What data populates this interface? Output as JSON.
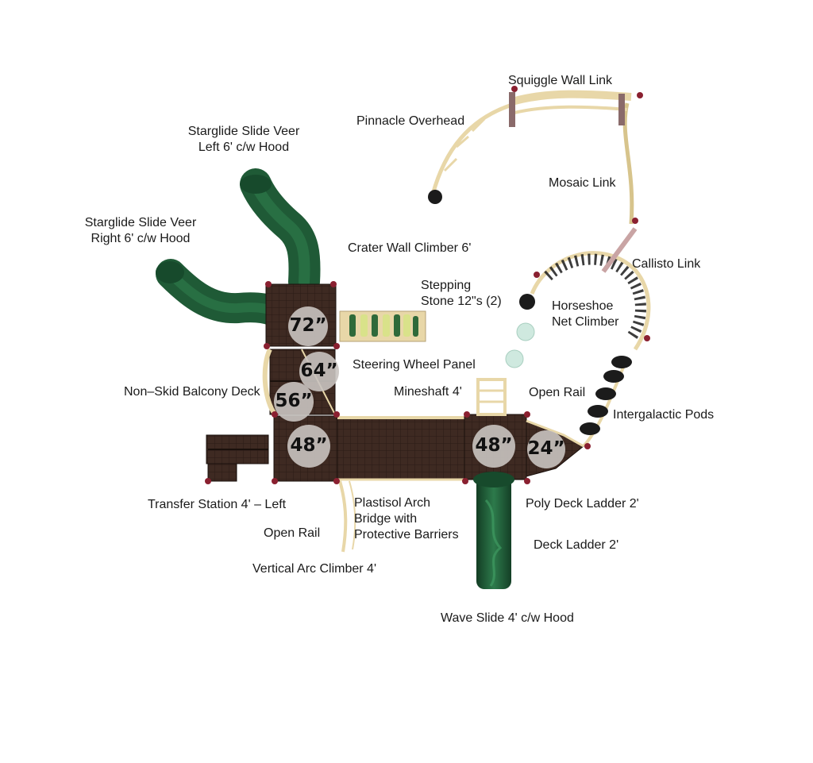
{
  "labels": {
    "squiggle_wall_link": "Squiggle Wall Link",
    "pinnacle_overhead": "Pinnacle Overhead",
    "starglide_left_line1": "Starglide Slide Veer",
    "starglide_left_line2": "Left 6' c/w Hood",
    "mosaic_link": "Mosaic Link",
    "starglide_right_line1": "Starglide Slide Veer",
    "starglide_right_line2": "Right 6' c/w Hood",
    "crater_wall_climber": "Crater Wall Climber 6'",
    "callisto_link": "Callisto Link",
    "stepping_stone_line1": "Stepping",
    "stepping_stone_line2": "Stone 12\"s (2)",
    "horseshoe_line1": "Horseshoe",
    "horseshoe_line2": "Net Climber",
    "steering_wheel_panel": "Steering Wheel Panel",
    "non_skid_balcony_deck": "Non–Skid Balcony Deck",
    "mineshaft": "Mineshaft 4'",
    "open_rail_right": "Open Rail",
    "intergalactic_pods": "Intergalactic Pods",
    "transfer_station": "Transfer Station 4' – Left",
    "plastisol_line1": "Plastisol Arch",
    "plastisol_line2": "Bridge with",
    "plastisol_line3": "Protective Barriers",
    "poly_deck_ladder": "Poly Deck Ladder 2'",
    "open_rail_left": "Open Rail",
    "deck_ladder": "Deck Ladder 2'",
    "vertical_arc_climber": "Vertical Arc Climber 4'",
    "wave_slide": "Wave Slide 4' c/w Hood"
  },
  "deck_heights": {
    "h72": "72”",
    "h64": "64”",
    "h56": "56”",
    "h48_left": "48”",
    "h48_right": "48”",
    "h24": "24”"
  },
  "colors": {
    "slide_green": "#1f5a36",
    "deck_brown": "#3e2a22",
    "frame_tan": "#e8d7a8",
    "post_red": "#8a2030",
    "pod_black": "#1b1b1b",
    "stone_mint": "#cfe9df"
  }
}
